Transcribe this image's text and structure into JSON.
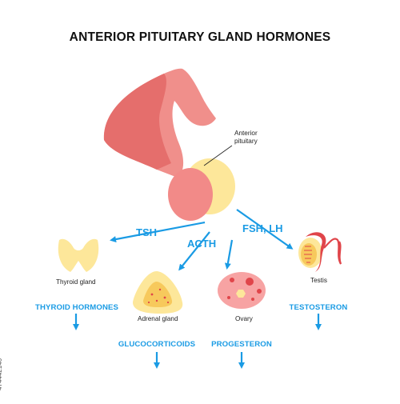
{
  "title": "ANTERIOR PITUITARY GLAND HORMONES",
  "pituitary_label": "Anterior\npituitary",
  "hormones": {
    "tsh": "TSH",
    "acth": "ACTH",
    "fsh_lh": "FSH, LH"
  },
  "glands": {
    "thyroid": "Thyroid gland",
    "adrenal": "Adrenal gland",
    "ovary": "Ovary",
    "testis": "Testis"
  },
  "products": {
    "thyroid": "THYROID HORMONES",
    "adrenal": "GLUCOCORTICOIDS",
    "ovary": "PROGESTERON",
    "testis": "TESTOSTERON"
  },
  "stock_id": "474442146",
  "colors": {
    "arrow_blue": "#1a9be4",
    "pink_dark": "#e06a6a",
    "pink_light": "#f28d8d",
    "yellow": "#fde79a",
    "red_dot": "#e0454a"
  }
}
